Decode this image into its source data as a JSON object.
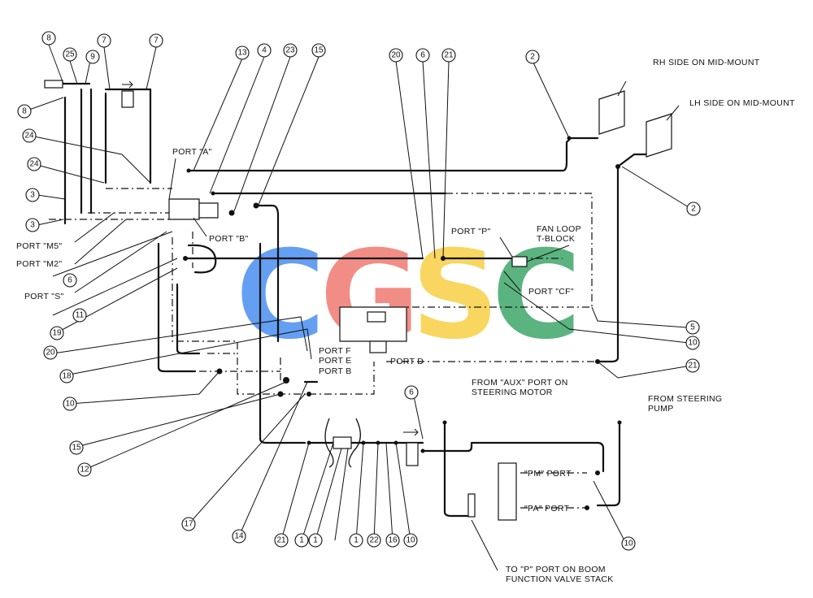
{
  "labels": {
    "rh_side": "RH SIDE ON MID-MOUNT",
    "lh_side": "LH SIDE ON MID-MOUNT",
    "port_a": "PORT \"A\"",
    "port_b": "PORT \"B\"",
    "port_m5": "PORT \"M5\"",
    "port_m2": "PORT \"M2\"",
    "port_s": "PORT \"S\"",
    "port_p": "PORT \"P\"",
    "fan_loop_1": "FAN LOOP",
    "fan_loop_2": "T-BLOCK",
    "port_cf": "PORT \"CF\"",
    "port_f": "PORT F",
    "port_e": "PORT E",
    "port_b2": "PORT B",
    "port_d": "PORT D",
    "from_aux_1": "FROM \"AUX\" PORT ON",
    "from_aux_2": "STEERING MOTOR",
    "from_pump_1": "FROM STEERING",
    "from_pump_2": "PUMP",
    "pm_port": "\"PM\" PORT",
    "pa_port": "\"PA\" PORT",
    "to_p_1": "TO \"P\" PORT ON BOOM",
    "to_p_2": "FUNCTION VALVE STACK"
  },
  "watermark": {
    "letters": [
      "C",
      "G",
      "S",
      "C"
    ],
    "colors": [
      "#4a8ff0",
      "#f07a72",
      "#f7cf45",
      "#3fa86a"
    ]
  },
  "callouts": {
    "c8a": "8",
    "c25": "25",
    "c9": "9",
    "c7a": "7",
    "c7b": "7",
    "c13": "13",
    "c4": "4",
    "c23": "23",
    "c15a": "15",
    "c20a": "20",
    "c6a": "6",
    "c21a": "21",
    "c2a": "2",
    "c2b": "2",
    "c8b": "8",
    "c24a": "24",
    "c24b": "24",
    "c3a": "3",
    "c3b": "3",
    "c6b": "6",
    "c11": "11",
    "c19": "19",
    "c20b": "20",
    "c18": "18",
    "c10a": "10",
    "c15b": "15",
    "c12": "12",
    "c17": "17",
    "c14": "14",
    "c21b": "21",
    "c1a": "1",
    "c1b": "1",
    "c1c": "1",
    "c22": "22",
    "c16": "16",
    "c10b": "10",
    "c6c": "6",
    "c5": "5",
    "c10c": "10",
    "c21c": "21",
    "c10d": "10"
  }
}
